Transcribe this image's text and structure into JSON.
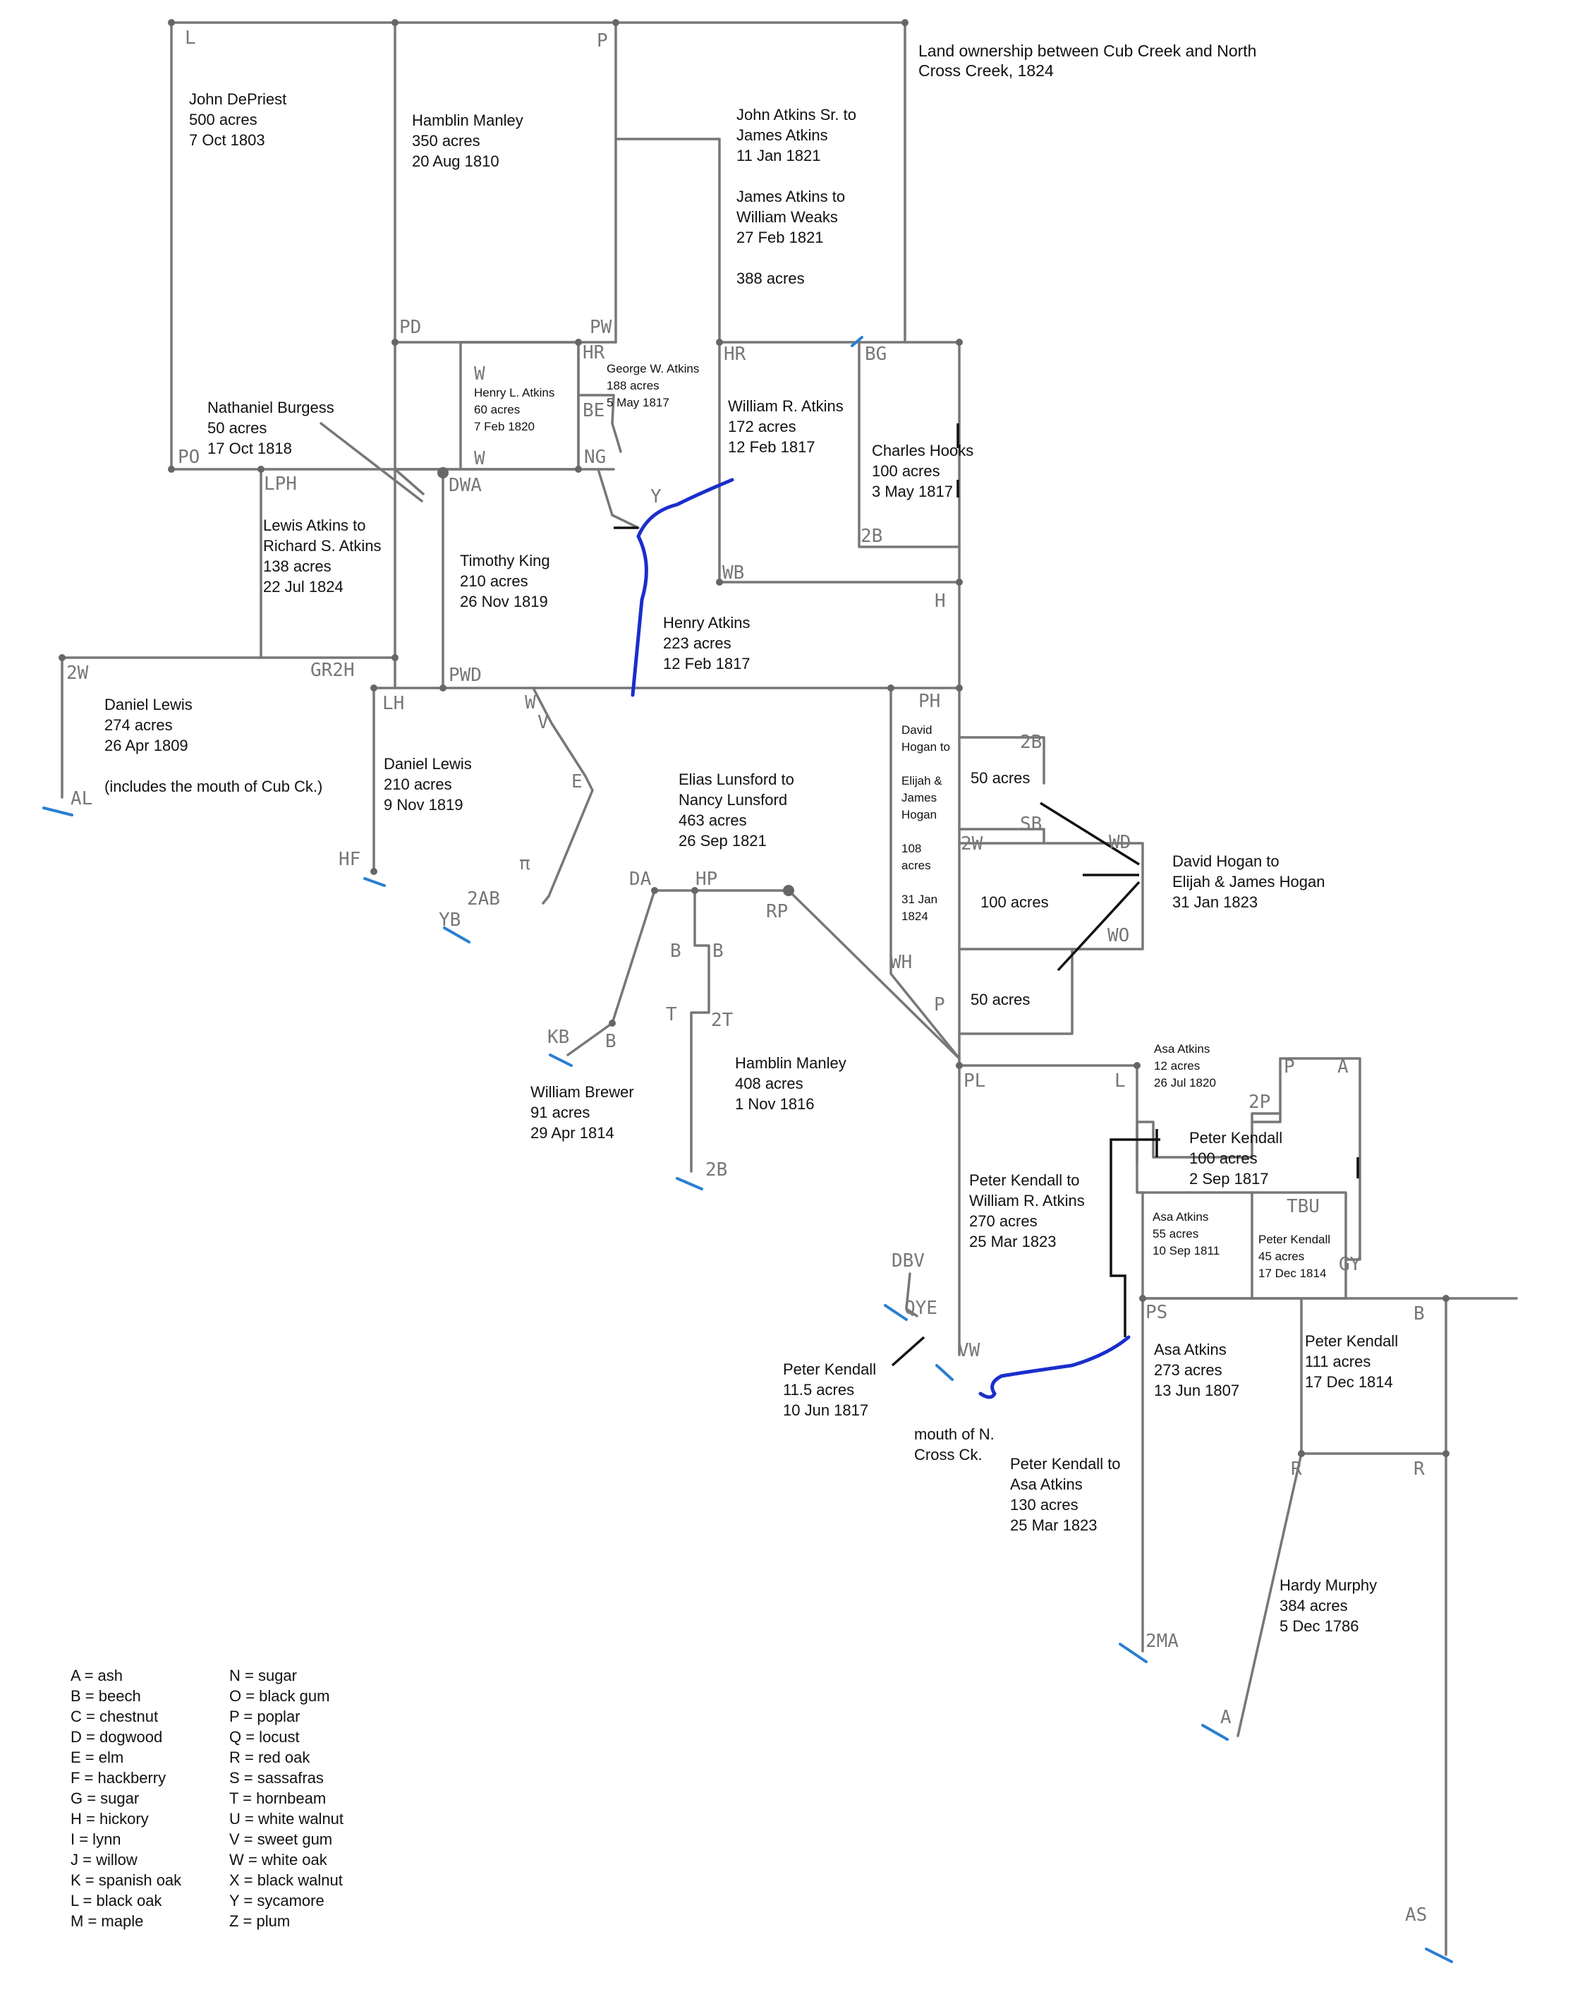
{
  "title": {
    "line1": "Land ownership between Cub Creek and North",
    "line2": "Cross Creek, 1824"
  },
  "parcels": [
    {
      "id": "depriest",
      "lines": [
        "John DePriest",
        "500 acres",
        "7 Oct 1803"
      ]
    },
    {
      "id": "hamblin-manley-1810",
      "lines": [
        "Hamblin Manley",
        "350 acres",
        "20 Aug 1810"
      ]
    },
    {
      "id": "john-atkins-sr",
      "lines": [
        "John Atkins Sr. to",
        "James Atkins",
        "11 Jan 1821",
        "",
        "James Atkins to",
        "William Weaks",
        "27 Feb 1821",
        "",
        "388 acres"
      ]
    },
    {
      "id": "henry-l-atkins",
      "lines": [
        "Henry L. Atkins",
        "60 acres",
        "7 Feb 1820"
      ]
    },
    {
      "id": "george-w-atkins",
      "lines": [
        "George W. Atkins",
        "188 acres",
        "5 May 1817"
      ]
    },
    {
      "id": "nathaniel-burgess",
      "lines": [
        "Nathaniel Burgess",
        "50 acres",
        "17 Oct 1818"
      ]
    },
    {
      "id": "william-r-atkins-1817",
      "lines": [
        "William R. Atkins",
        "172 acres",
        "12 Feb 1817"
      ]
    },
    {
      "id": "charles-hooks",
      "lines": [
        "Charles Hooks",
        "100 acres",
        "3 May 1817"
      ]
    },
    {
      "id": "lewis-atkins",
      "lines": [
        "Lewis Atkins to",
        "Richard S. Atkins",
        "138 acres",
        "22 Jul 1824"
      ]
    },
    {
      "id": "timothy-king",
      "lines": [
        "Timothy King",
        "210 acres",
        "26 Nov 1819"
      ]
    },
    {
      "id": "henry-atkins",
      "lines": [
        "Henry Atkins",
        "223 acres",
        "12 Feb 1817"
      ]
    },
    {
      "id": "daniel-lewis-1809",
      "lines": [
        "Daniel Lewis",
        "274 acres",
        "26 Apr 1809",
        "",
        "(includes the mouth of Cub Ck.)"
      ]
    },
    {
      "id": "daniel-lewis-1819",
      "lines": [
        "Daniel Lewis",
        "210 acres",
        "9 Nov 1819"
      ]
    },
    {
      "id": "elias-lunsford",
      "lines": [
        "Elias Lunsford to",
        "Nancy Lunsford",
        "463 acres",
        "26 Sep 1821"
      ]
    },
    {
      "id": "david-hogan-1824",
      "lines": [
        "David",
        "Hogan to",
        "",
        "Elijah &",
        "James",
        "Hogan",
        "",
        "108",
        "acres",
        "",
        "31 Jan",
        "1824"
      ]
    },
    {
      "id": "hogan-50-top",
      "lines": [
        "50 acres"
      ]
    },
    {
      "id": "hogan-100",
      "lines": [
        "100 acres"
      ]
    },
    {
      "id": "hogan-50-bottom",
      "lines": [
        "50 acres"
      ]
    },
    {
      "id": "david-hogan-1823",
      "lines": [
        "David Hogan to",
        "Elijah & James Hogan",
        "31 Jan 1823"
      ]
    },
    {
      "id": "william-brewer",
      "lines": [
        "William Brewer",
        "91 acres",
        "29 Apr 1814"
      ]
    },
    {
      "id": "hamblin-manley-1816",
      "lines": [
        "Hamblin Manley",
        "408 acres",
        "1 Nov 1816"
      ]
    },
    {
      "id": "asa-atkins-1820",
      "lines": [
        "Asa Atkins",
        "12 acres",
        "26 Jul 1820"
      ]
    },
    {
      "id": "peter-kendall-1817",
      "lines": [
        "Peter Kendall",
        "100 acres",
        "2 Sep 1817"
      ]
    },
    {
      "id": "peter-kendall-to-william",
      "lines": [
        "Peter Kendall to",
        "William R. Atkins",
        "270 acres",
        "25 Mar 1823"
      ]
    },
    {
      "id": "asa-atkins-1811",
      "lines": [
        "Asa Atkins",
        "55 acres",
        "10 Sep 1811"
      ]
    },
    {
      "id": "peter-kendall-1814-45",
      "lines": [
        "Peter Kendall",
        "45 acres",
        "17 Dec 1814"
      ]
    },
    {
      "id": "peter-kendall-11-5",
      "lines": [
        "Peter Kendall",
        "11.5 acres",
        "10 Jun 1817"
      ]
    },
    {
      "id": "asa-atkins-1807",
      "lines": [
        "Asa Atkins",
        "273 acres",
        "13 Jun 1807"
      ]
    },
    {
      "id": "peter-kendall-1814-111",
      "lines": [
        "Peter Kendall",
        "111 acres",
        "17 Dec 1814"
      ]
    },
    {
      "id": "mouth-n-cross",
      "lines": [
        "mouth of N.",
        "Cross Ck."
      ]
    },
    {
      "id": "peter-kendall-to-asa",
      "lines": [
        "Peter Kendall to",
        "Asa Atkins",
        "130 acres",
        "25 Mar 1823"
      ]
    },
    {
      "id": "hardy-murphy",
      "lines": [
        "Hardy Murphy",
        "384 acres",
        "5 Dec 1786"
      ]
    }
  ],
  "corner_marks": [
    "L",
    "P",
    "PD",
    "PW",
    "HR",
    "W",
    "BE",
    "NG",
    "W",
    "Y",
    "PO",
    "LPH",
    "DWA",
    "HR",
    "BG",
    "2B",
    "WB",
    "H",
    "2W",
    "GR2H",
    "LH",
    "PWD",
    "W",
    "V",
    "E",
    "AL",
    "HF",
    "π",
    "2AB",
    "YB",
    "PH",
    "2B",
    "SB",
    "2W",
    "WD",
    "WO",
    "DA",
    "HP",
    "RP",
    "B",
    "B",
    "T",
    "2T",
    "KB",
    "B",
    "WH",
    "P",
    "2B",
    "PL",
    "L",
    "P",
    "A",
    "2P",
    "TBU",
    "GY",
    "DBV",
    "QYE",
    "VW",
    "PS",
    "B",
    "R",
    "R",
    "2MA",
    "A",
    "AS"
  ],
  "legend_left": [
    "A = ash",
    "B = beech",
    "C = chestnut",
    "D = dogwood",
    "E = elm",
    "F = hackberry",
    "G = sugar",
    "H = hickory",
    "I = lynn",
    "J = willow",
    "K = spanish oak",
    "L = black oak",
    "M = maple"
  ],
  "legend_right": [
    "N = sugar",
    "O = black gum",
    "P = poplar",
    "Q = locust",
    "R = red oak",
    "S = sassafras",
    "T = hornbeam",
    "U = white walnut",
    "V = sweet gum",
    "W = white oak",
    "X = black walnut",
    "Y = sycamore",
    "Z = plum"
  ],
  "colors": {
    "line": "#777777",
    "creek": "#1a2ecc",
    "water_mark": "#2a7fd0",
    "text": "#111111"
  }
}
